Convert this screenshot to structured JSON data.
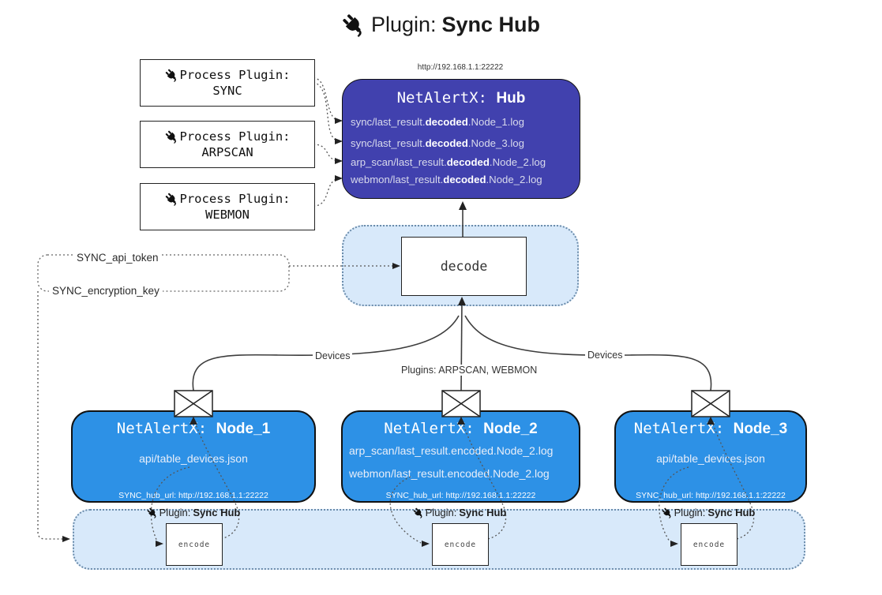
{
  "title": {
    "prefix": "Plugin:",
    "name": "Sync Hub"
  },
  "hub": {
    "url": "http://192.168.1.1:22222",
    "title_prefix": "NetAlertX: ",
    "title_name": "Hub",
    "logs": [
      {
        "pre": "sync/last_result.",
        "bold": "decoded",
        "post": ".Node_1.log"
      },
      {
        "pre": "sync/last_result.",
        "bold": "decoded",
        "post": ".Node_3.log"
      },
      {
        "pre": "arp_scan/last_result.",
        "bold": "decoded",
        "post": ".Node_2.log"
      },
      {
        "pre": "webmon/last_result.",
        "bold": "decoded",
        "post": ".Node_2.log"
      }
    ]
  },
  "process_plugins": [
    {
      "label": "Process Plugin:",
      "name": "SYNC"
    },
    {
      "label": "Process Plugin:",
      "name": "ARPSCAN"
    },
    {
      "label": "Process Plugin:",
      "name": "WEBMON"
    }
  ],
  "keys": {
    "api_token": "SYNC_api_token",
    "encryption_key": "SYNC_encryption_key"
  },
  "decode_label": "decode",
  "edge_labels": {
    "devices_left": "Devices",
    "plugins_mid": "Plugins: ARPSCAN, WEBMON",
    "devices_right": "Devices"
  },
  "nodes": [
    {
      "title_prefix": "NetAlertX: ",
      "title_name": "Node_1",
      "lines": [
        "api/table_devices.json"
      ],
      "hub_url": "SYNC_hub_url: http://192.168.1.1:22222"
    },
    {
      "title_prefix": "NetAlertX: ",
      "title_name": "Node_2",
      "lines": [
        "arp_scan/last_result.encoded.Node_2.log",
        "webmon/last_result.encoded.Node_2.log"
      ],
      "hub_url": "SYNC_hub_url: http://192.168.1.1:22222"
    },
    {
      "title_prefix": "NetAlertX: ",
      "title_name": "Node_3",
      "lines": [
        "api/table_devices.json"
      ],
      "hub_url": "SYNC_hub_url: http://192.168.1.1:22222"
    }
  ],
  "encoders": [
    {
      "plugin_prefix": "Plugin:",
      "plugin_name": "Sync Hub",
      "label": "encode"
    },
    {
      "plugin_prefix": "Plugin:",
      "plugin_name": "Sync Hub",
      "label": "encode"
    },
    {
      "plugin_prefix": "Plugin:",
      "plugin_name": "Sync Hub",
      "label": "encode"
    }
  ],
  "colors": {
    "hub_fill": "#4141ae",
    "node_fill": "#2d91e6",
    "container_fill": "#d8e9fa",
    "container_border": "#6b8cab",
    "line": "#3d3d3d"
  }
}
